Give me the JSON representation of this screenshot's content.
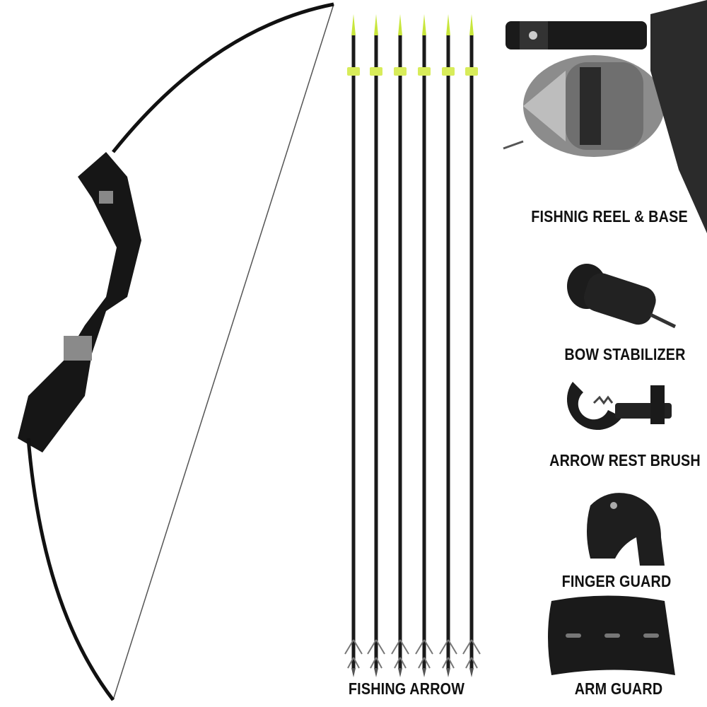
{
  "labels": {
    "reel": "FISHNIG REEL & BASE",
    "stabilizer": "BOW STABILIZER",
    "arrow_rest": "ARROW REST BRUSH",
    "finger_guard": "FINGER GUARD",
    "arm_guard": "ARM GUARD",
    "fishing_arrow": "FISHING ARROW"
  },
  "colors": {
    "bow": "#111111",
    "arrow_tip": "#c8e63c",
    "nock": "#d8ec5a",
    "reel_steel": "#9a9a9a"
  }
}
